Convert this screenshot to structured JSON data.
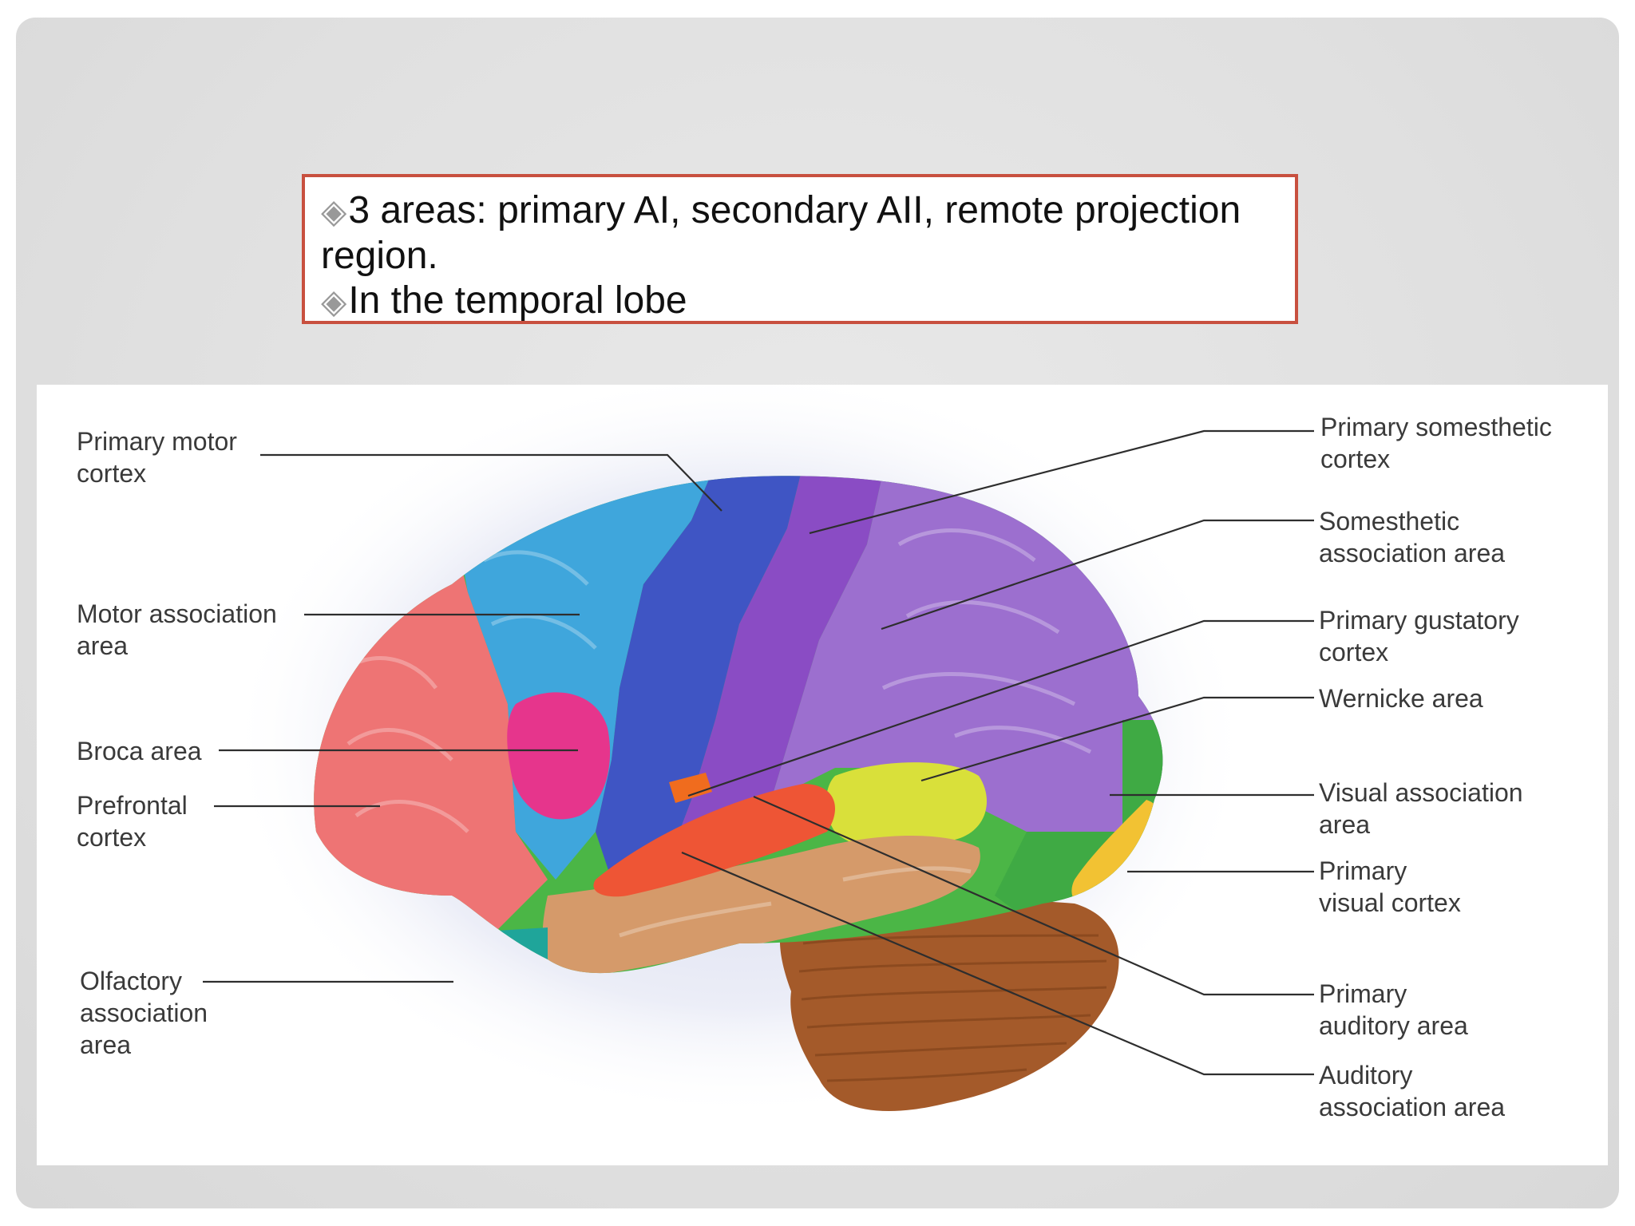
{
  "slide": {
    "bullets": [
      "3 areas: primary AI, secondary AII, remote projection region.",
      "In the temporal lobe"
    ],
    "bullet_icon": "diamond-bullet-icon"
  },
  "diagram": {
    "left_labels": [
      {
        "line1": "Primary motor",
        "line2": "cortex",
        "line3": ""
      },
      {
        "line1": "Motor association",
        "line2": "area",
        "line3": ""
      },
      {
        "line1": "Broca area",
        "line2": "",
        "line3": ""
      },
      {
        "line1": "Prefrontal",
        "line2": "cortex",
        "line3": ""
      },
      {
        "line1": "Olfactory",
        "line2": "association",
        "line3": "area"
      }
    ],
    "right_labels": [
      {
        "line1": "Primary somesthetic",
        "line2": "cortex"
      },
      {
        "line1": "Somesthetic",
        "line2": "association area"
      },
      {
        "line1": "Primary gustatory",
        "line2": "cortex"
      },
      {
        "line1": "Wernicke area",
        "line2": ""
      },
      {
        "line1": "Visual association",
        "line2": "area"
      },
      {
        "line1": "Primary",
        "line2": "visual cortex"
      },
      {
        "line1": "Primary",
        "line2": "auditory area"
      },
      {
        "line1": "Auditory",
        "line2": "association area"
      }
    ],
    "region_colors": {
      "prefrontal": "#ee7474",
      "motor_association": "#3fa6dc",
      "primary_motor": "#3f55c4",
      "broca": "#e6358c",
      "primary_somesthetic": "#8a4cc4",
      "somesthetic_association": "#9c6fcf",
      "wernicke": "#d9e03a",
      "primary_gustatory": "#f06c1e",
      "primary_auditory": "#ee5535",
      "auditory_association": "#d59a6a",
      "temporal_green": "#4bb646",
      "visual_association": "#3faa44",
      "primary_visual": "#f2c233",
      "cerebellum": "#a45a2a",
      "olfactory": "#1fa59a"
    }
  }
}
